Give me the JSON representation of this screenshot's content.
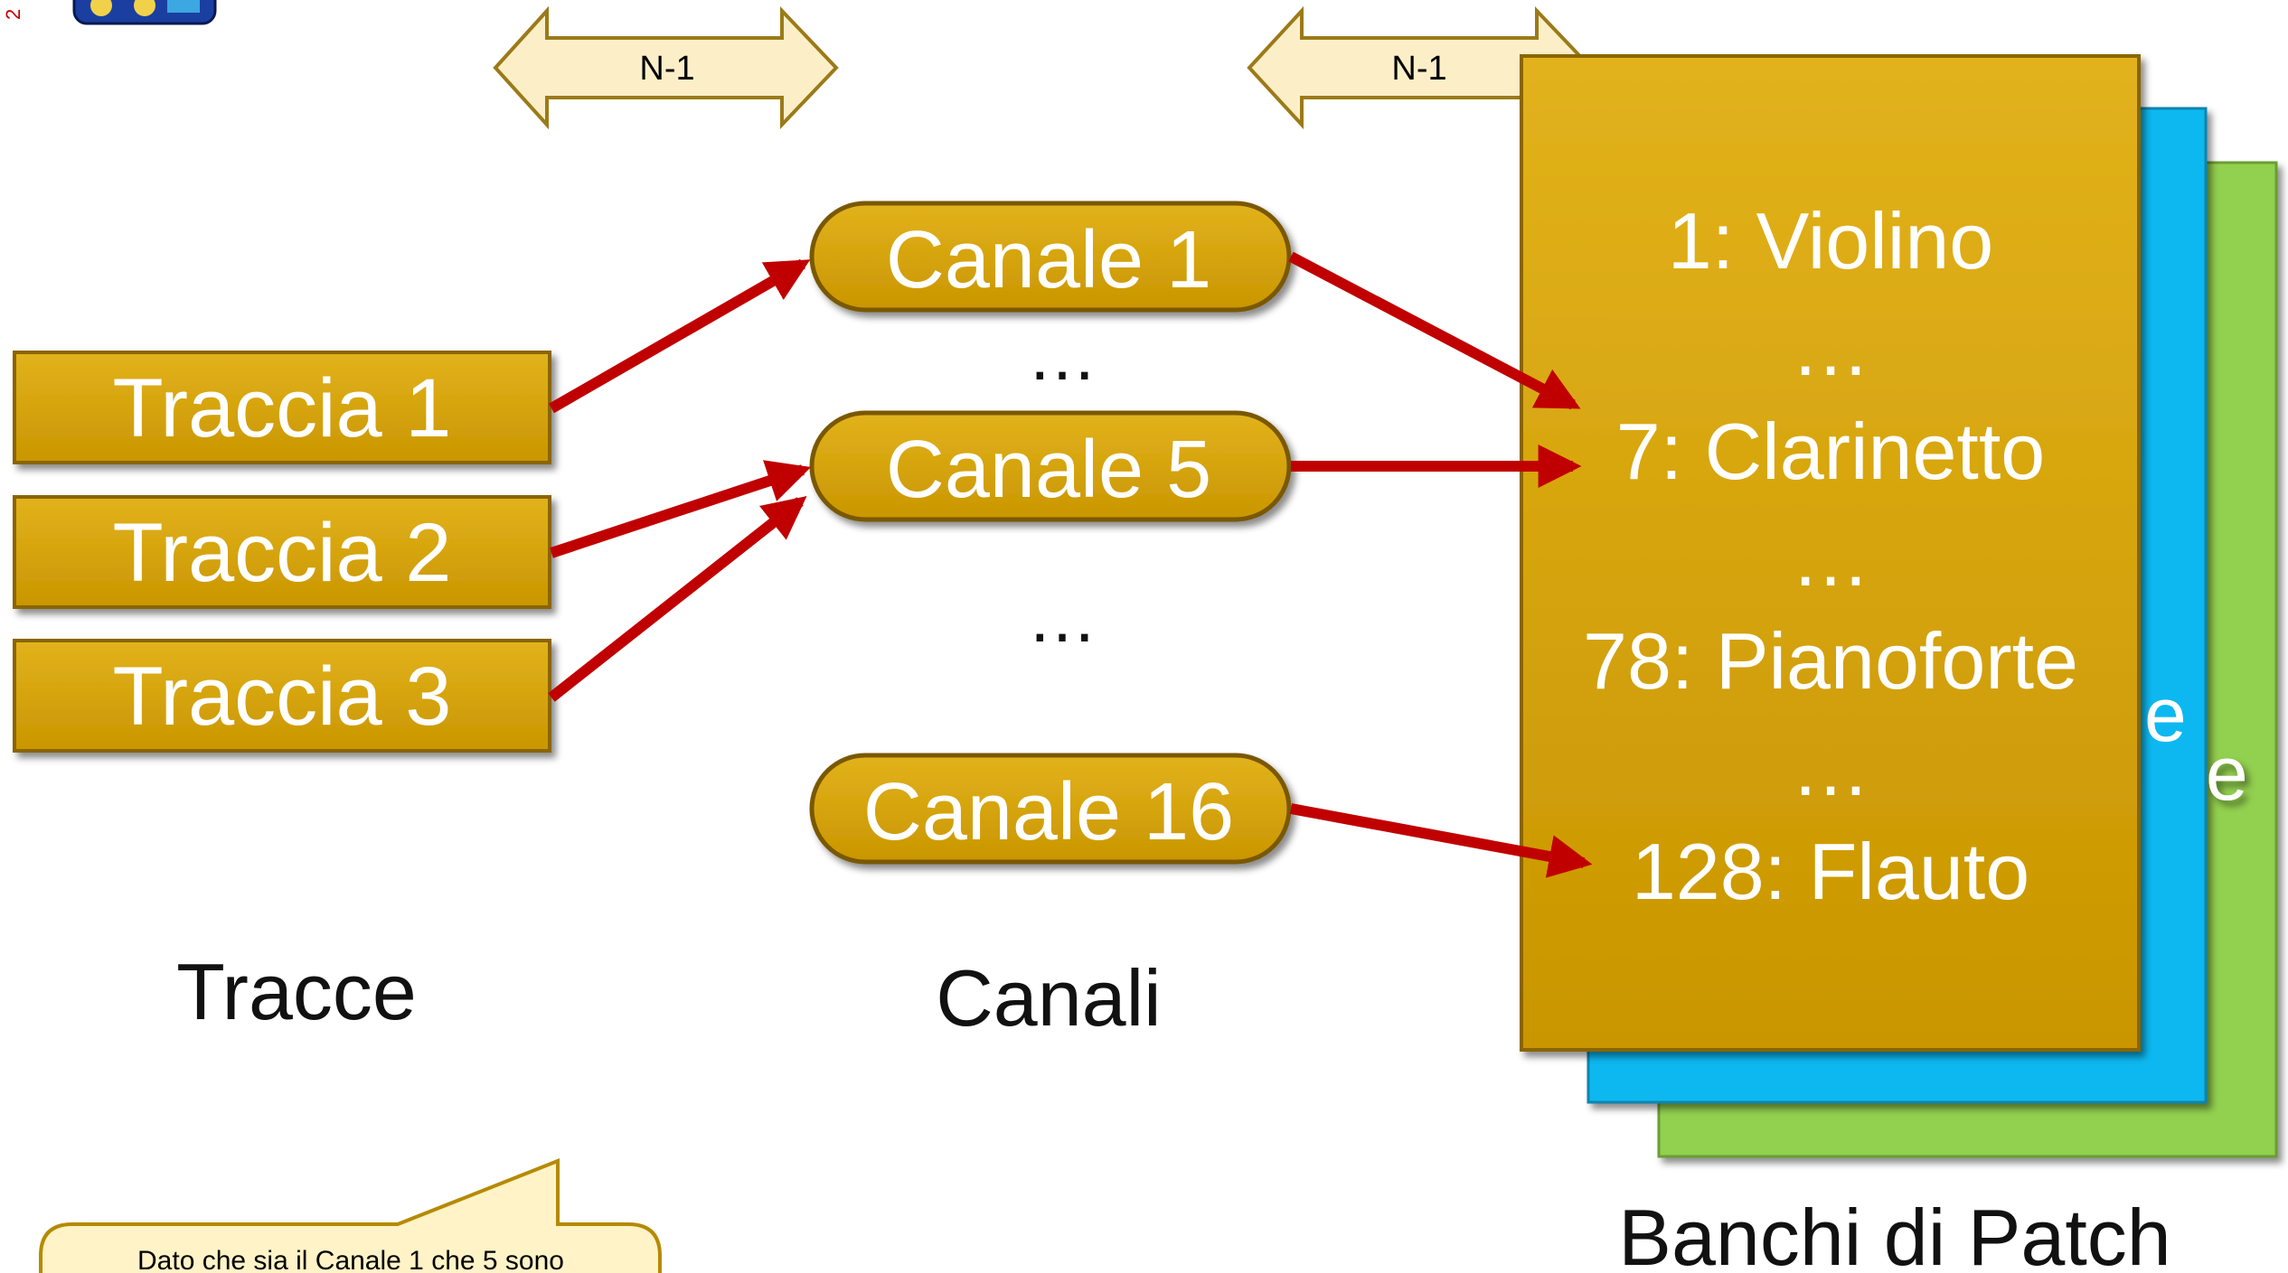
{
  "palette": {
    "gold": "#D6A207",
    "gold_border": "#8A6500",
    "arrow_red": "#C00000",
    "blue_bank": "#0DB8F0",
    "green_bank": "#92D050",
    "hint_fill": "#FFF3C7",
    "hint_border": "#B58A00"
  },
  "arrows": {
    "left_label": "N-1",
    "right_label": "N-1"
  },
  "tracks": {
    "items": [
      "Traccia 1",
      "Traccia 2",
      "Traccia 3"
    ],
    "caption": "Tracce"
  },
  "channels": {
    "items": [
      "Canale 1",
      "Canale 5",
      "Canale 16"
    ],
    "ellipsis_top": "…",
    "ellipsis_bottom": "…",
    "caption": "Canali"
  },
  "patch_bank": {
    "entries": [
      "1: Violino",
      "…",
      "7: Clarinetto",
      "…",
      "78: Pianoforte",
      "…",
      "128: Flauto"
    ],
    "back_fragment_1": "e",
    "back_fragment_2": "e",
    "caption": "Banchi di Patch"
  },
  "hint": {
    "text": "Dato che sia il Canale 1 che 5 sono"
  },
  "logo": {
    "corner_glyph": "2",
    "icon": "camera-logo-icon"
  }
}
